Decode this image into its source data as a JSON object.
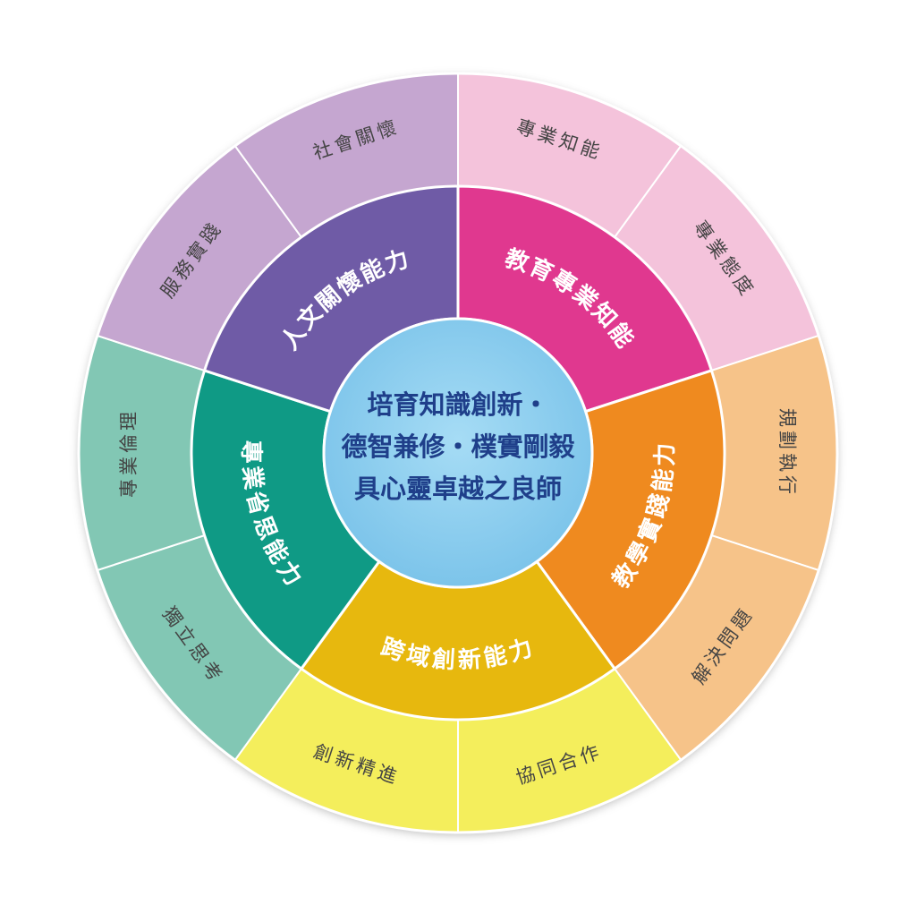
{
  "center": {
    "lines": [
      "培育知識創新・",
      "德智兼修・樸實剛毅",
      "具心靈卓越之良師"
    ]
  },
  "segments": [
    {
      "label": "教育專業知能",
      "color": "#e0388f",
      "outer_color": "#f4c3db",
      "outer": [
        "專業知能",
        "專業態度"
      ]
    },
    {
      "label": "教學實踐能力",
      "color": "#ef8a1f",
      "outer_color": "#f6c389",
      "outer": [
        "規劃執行",
        "解決問題"
      ]
    },
    {
      "label": "跨域創新能力",
      "color": "#e7b80e",
      "outer_color": "#f4ee5c",
      "outer": [
        "協同合作",
        "創新精進"
      ]
    },
    {
      "label": "專業省思能力",
      "color": "#0f9a85",
      "outer_color": "#82c7b4",
      "outer": [
        "獨立思考",
        "專業倫理"
      ]
    },
    {
      "label": "人文關懷能力",
      "color": "#6f5ba6",
      "outer_color": "#c5a6d0",
      "outer": [
        "服務實踐",
        "社會關懷"
      ]
    }
  ],
  "colors": {
    "center_fill": "#8dcdef",
    "center_text": "#1f3f8a",
    "divider": "#ffffff",
    "outer_text": "#444444"
  }
}
